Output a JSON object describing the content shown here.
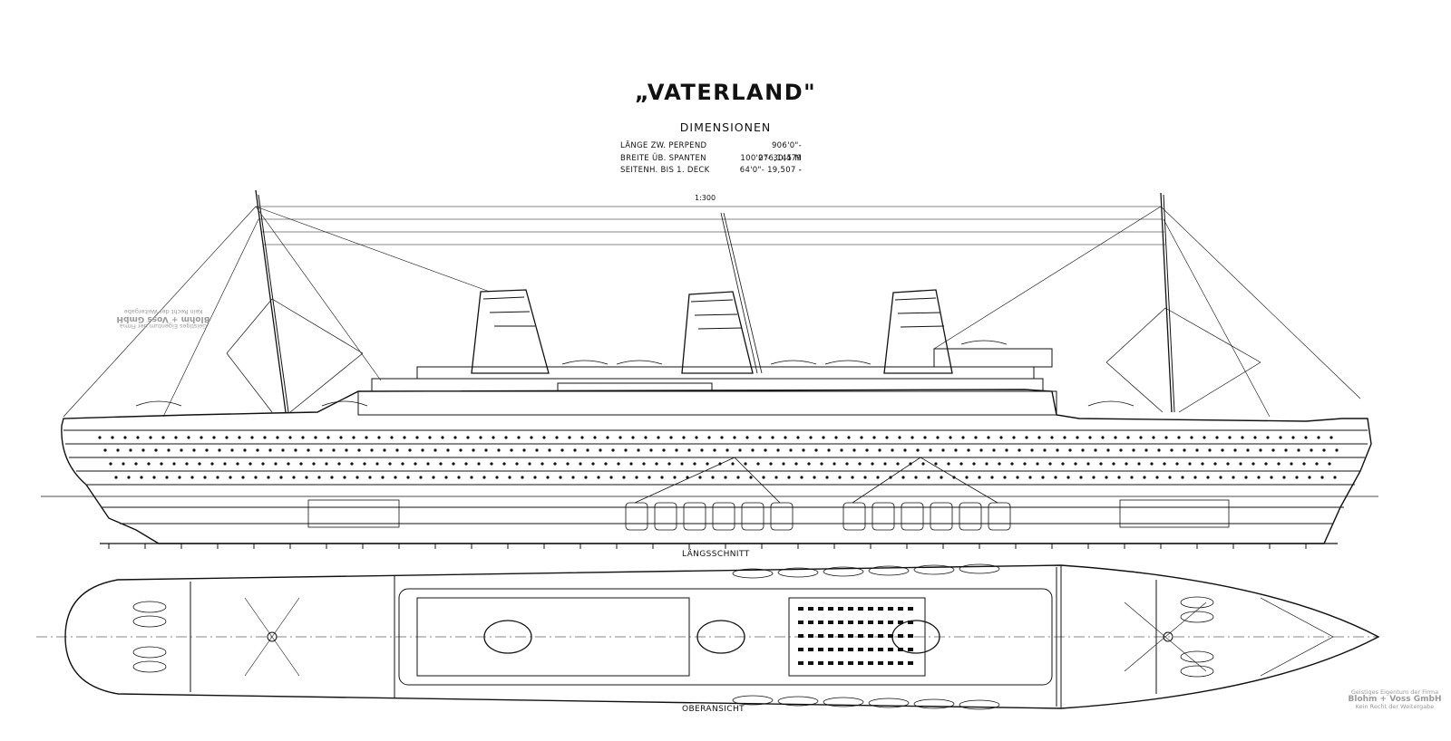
{
  "drawing": {
    "title": "„VATERLAND\"",
    "subtitle": "DIMENSIONEN",
    "dimensions": [
      {
        "label": "LÄNGE ZW. PERPEND",
        "value": "906'0\"- 276,145 M"
      },
      {
        "label": "BREITE ÜB. SPANTEN",
        "value": "100'0\"- 30,479 -"
      },
      {
        "label": "SEITENH. BIS 1. DECK",
        "value": "64'0\"- 19,507 -"
      }
    ],
    "scale_label": "1:300",
    "profile_caption": "LÄNGSSCHNITT",
    "plan_caption": "OBERANSICHT",
    "stamp": {
      "line1": "Geistiges Eigentum der Firma",
      "line2": "Blohm + Voss GmbH",
      "line3": "Kein Recht der Weitergabe"
    }
  },
  "colors": {
    "ink": "#111111",
    "stamp": "#9a9a9a",
    "paper": "#ffffff"
  }
}
